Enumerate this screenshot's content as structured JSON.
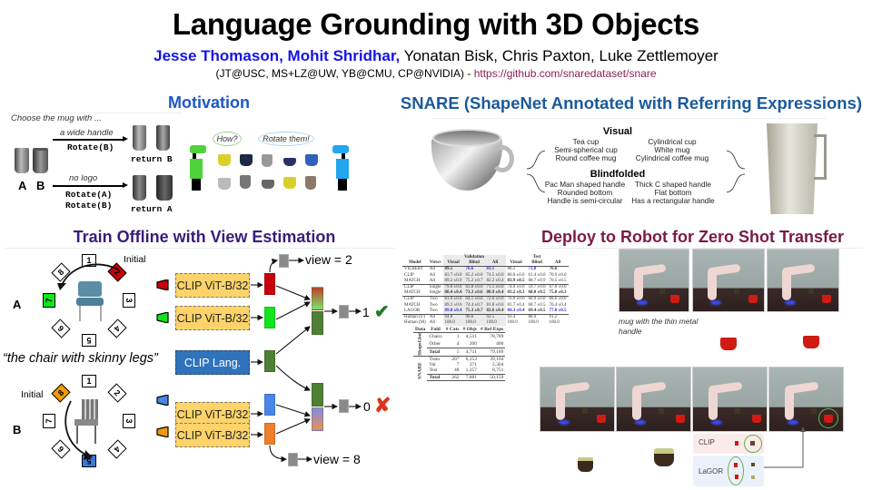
{
  "header": {
    "title": "Language Grounding with 3D Objects",
    "authors_lead": "Jesse Thomason, Mohit Shridhar,",
    "authors_rest": " Yonatan Bisk, Chris Paxton, Luke Zettlemoyer",
    "affiliations": "(JT@USC, MS+LZ@UW, YB@CMU, CP@NVIDIA) - ",
    "link": "https://github.com/snaredataset/snare"
  },
  "motivation": {
    "title": "Motivation",
    "prompt": "Choose the mug with ...",
    "label_a": "A",
    "label_b": "B",
    "case1_phrase": "a wide handle",
    "case1_action": "Rotate(B)",
    "case1_result": "return B",
    "case2_phrase": "no logo",
    "case2_action1": "Rotate(A)",
    "case2_action2": "Rotate(B)",
    "case2_result": "return A",
    "bubble_left": "How?",
    "bubble_right": "Rotate them!",
    "colors": {
      "robot_left": "#4fd23a",
      "robot_right": "#22a6ef"
    }
  },
  "snare": {
    "title": "SNARE  (ShapeNet Annotated with Referring Expressions)",
    "visual_heading": "Visual",
    "visual_left": [
      "Tea cup",
      "Semi-spherical cup",
      "Round coffee mug"
    ],
    "visual_right": [
      "Cylindrical cup",
      "White mug",
      "Cylindrical coffee mug"
    ],
    "blind_heading": "Blindfolded",
    "blind_left": [
      "Pac Man shaped handle",
      "Rounded bottom",
      "Handle is semi-circular"
    ],
    "blind_right": [
      "Thick C shaped handle",
      "Flat bottom",
      "Has a rectangular handle"
    ]
  },
  "train": {
    "title": "Train Offline with View Estimation",
    "label_a": "A",
    "label_b": "B",
    "initial_label": "Initial",
    "query": "“the chair with skinny legs”",
    "views": [
      "1",
      "2",
      "3",
      "4",
      "5",
      "6",
      "7",
      "8"
    ],
    "encoder_label": "CLIP ViT-B/32",
    "lang_label": "CLIP Lang.",
    "view_out_top": "view = 2",
    "view_out_bottom": "view = 8",
    "score_top": "1",
    "score_bottom": "0",
    "colors": {
      "red": "#c8000a",
      "green": "#11e51b",
      "lang": "#4f7f34",
      "blue": "#4a86e8",
      "orange": "#ee7f2d",
      "selected_a_initial": "#c8000a",
      "selected_a": "#11e51b",
      "selected_b_initial": "#f09a0a",
      "selected_b": "#3c78d8"
    }
  },
  "results_table": {
    "group_validation": "Validation",
    "group_test": "Test",
    "headers": [
      "Model",
      "Views",
      "Visual",
      "Blind",
      "All",
      "Visual",
      "Blind",
      "All"
    ],
    "rows": [
      [
        "VILBERT",
        "All",
        "89.5",
        "76.6",
        "83.1",
        "80.2",
        "73.0",
        "76.6"
      ],
      [
        "CLIP",
        "All",
        "83.7 ±0.0",
        "65.2 ±0.0",
        "74.5 ±0.0",
        "80.0 ±0.0",
        "61.4 ±0.0",
        "70.9 ±0.0"
      ],
      [
        "MATCH",
        "All",
        "89.2 ±0.9",
        "75.2 ±0.7",
        "82.2 ±0.4",
        "83.9 ±0.5",
        "68.7 ±0.9",
        "76.5 ±0.5"
      ],
      [
        "CLIP",
        "Single",
        "79.0 ±0.0",
        "63.8 ±0.0",
        "71.1 ±0.0",
        "74.0 ±0.0",
        "59.7 ±0.0",
        "67.0 ±0.0"
      ],
      [
        "MATCH",
        "Single",
        "88.4 ±0.4",
        "73.3 ±0.6",
        "80.9 ±0.4",
        "83.2 ±0.3",
        "68.0 ±0.5",
        "75.8 ±0.3"
      ],
      [
        "CLIP",
        "Two",
        "81.0 ±0.0",
        "64.1 ±0.0",
        "72.6 ±0.0",
        "76.0 ±0.0",
        "60.9 ±0.0",
        "68.6 ±0.0"
      ],
      [
        "MATCH",
        "Two",
        "89.2 ±0.6",
        "74.4 ±0.7",
        "81.8 ±0.6",
        "83.7 ±0.4",
        "68.7 ±0.5",
        "76.4 ±0.4"
      ],
      [
        "LAGOR",
        "Two",
        "89.8 ±0.4",
        "75.3 ±0.7",
        "82.6 ±0.4",
        "84.3 ±0.4",
        "69.4 ±0.5",
        "77.0 ±0.5"
      ],
      [
        "Human (U)",
        "All",
        "94.0",
        "90.6",
        "92.5",
        "93.4",
        "88.9",
        "91.2"
      ],
      [
        "Human (M)",
        "All",
        "100.0",
        "100.0",
        "100.0",
        "100.0",
        "100.0",
        "100.0"
      ]
    ]
  },
  "stats_table": {
    "headers": [
      "Data",
      "Fold",
      "# Cats",
      "# Objs",
      "# Ref Exps"
    ],
    "group1": "ShapeGlot",
    "group2": "SNARE",
    "rows1": [
      [
        "Chairs",
        "1",
        "4,511",
        "78,789"
      ],
      [
        "Other",
        "4",
        "200",
        "400"
      ]
    ],
    "total1": [
      "Total",
      "5",
      "4,711",
      "79,189"
    ],
    "rows2": [
      [
        "Train",
        "207",
        "6,153",
        "39,104"
      ],
      [
        "Val",
        "7",
        "371",
        "2,304"
      ],
      [
        "Test",
        "48",
        "1,357",
        "8,751"
      ]
    ],
    "total2": [
      "Total",
      "262",
      "7,881",
      "50,159"
    ]
  },
  "deploy": {
    "title": "Deploy to Robot for Zero Shot Transfer",
    "caption": "mug with the thin metal handle",
    "clip_label": "CLIP",
    "lagor_label": "LaGOR"
  }
}
